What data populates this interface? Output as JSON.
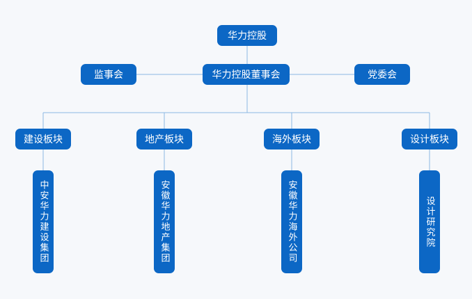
{
  "root": "华力控股",
  "board": "华力控股董事会",
  "left_side": "监事会",
  "right_side": "党委会",
  "segments": [
    {
      "label": "建设板块",
      "company": "中安华力建设集团"
    },
    {
      "label": "地产板块",
      "company": "安徽华力地产集团"
    },
    {
      "label": "海外板块",
      "company": "安徽华力海外公司"
    },
    {
      "label": "设计板块",
      "company": "设计研究院"
    }
  ],
  "colors": {
    "box": "#0c67c5",
    "line": "#8cb7e3",
    "background": "#f6f8fb"
  }
}
